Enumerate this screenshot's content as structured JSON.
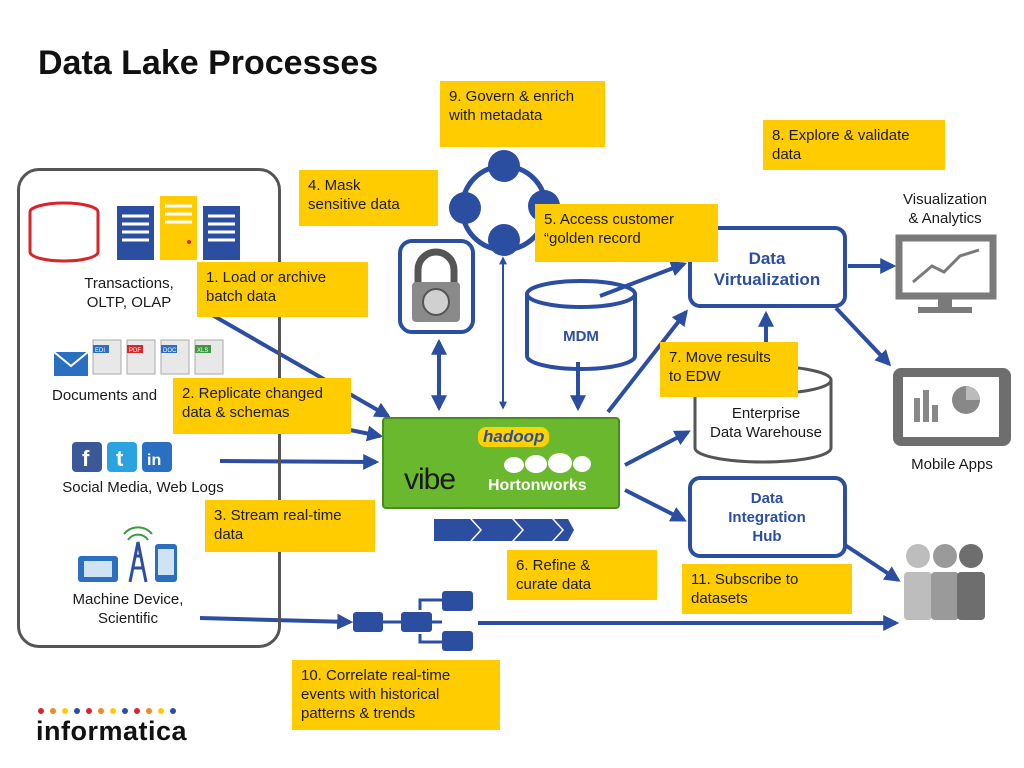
{
  "title": "Data Lake Processes",
  "sources": {
    "transactions": "Transactions,\nOLTP, OLAP",
    "documents": "Documents and",
    "social": "Social Media, Web Logs",
    "machine": "Machine Device,\nScientific"
  },
  "doc_badges": [
    "EDI",
    "PDF",
    "DOC",
    "XLS"
  ],
  "social_icons": [
    "f",
    "t",
    "in"
  ],
  "steps": {
    "s1": "1. Load or archive\nbatch data",
    "s2": "2. Replicate changed\ndata & schemas",
    "s3": "3. Stream real-time\ndata",
    "s4": "4. Mask\nsensitive data",
    "s5": "5. Access customer\n“golden record",
    "s6": "6. Refine &\ncurate data",
    "s7": "7. Move results\nto EDW",
    "s8": "8. Explore & validate\ndata",
    "s9": "9. Govern & enrich\nwith metadata",
    "s10": "10. Correlate real-time\nevents with historical\npatterns & trends",
    "s11": "11. Subscribe to\ndatasets"
  },
  "platform": {
    "hadoop": "hadoop",
    "vibe": "vibe",
    "hortonworks": "Hortonworks"
  },
  "mdm": "MDM",
  "data_virtualization": "Data\nVirtualization",
  "edw": "Enterprise\nData Warehouse",
  "integration_hub": "Data\nIntegration\nHub",
  "targets": {
    "visualization": "Visualization\n& Analytics",
    "mobile": "Mobile Apps"
  },
  "brand": "informatica",
  "colors": {
    "arrow": "#2b4ea1",
    "note": "#ffcc00",
    "hadoop_green": "#6ab82e",
    "accent_red": "#d7262b",
    "panel_gray": "#555555"
  }
}
